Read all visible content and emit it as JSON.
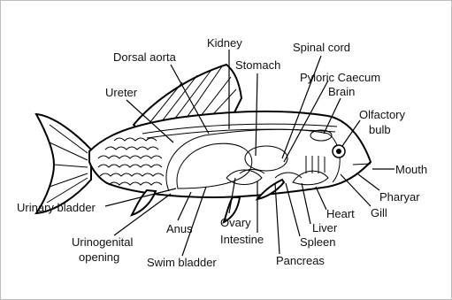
{
  "diagram": {
    "labels": {
      "kidney": "Kidney",
      "dorsal_aorta": "Dorsal aorta",
      "spinal_cord": "Spinal cord",
      "stomach": "Stomach",
      "pyloric_caecum": "Pyloric Caecum",
      "ureter": "Ureter",
      "brain": "Brain",
      "olfactory": "Olfactory",
      "bulb": "bulb",
      "mouth": "Mouth",
      "pharyar": "Pharyar",
      "gill": "Gill",
      "heart": "Heart",
      "liver": "Liver",
      "spleen": "Spleen",
      "pancreas": "Pancreas",
      "intestine": "Intestine",
      "ovary": "Ovary",
      "anus": "Anus",
      "urinary_bladder": "Urinary bladder",
      "urinogenital": "Urinogenital",
      "opening": "opening",
      "swim_bladder": "Swim bladder"
    }
  }
}
